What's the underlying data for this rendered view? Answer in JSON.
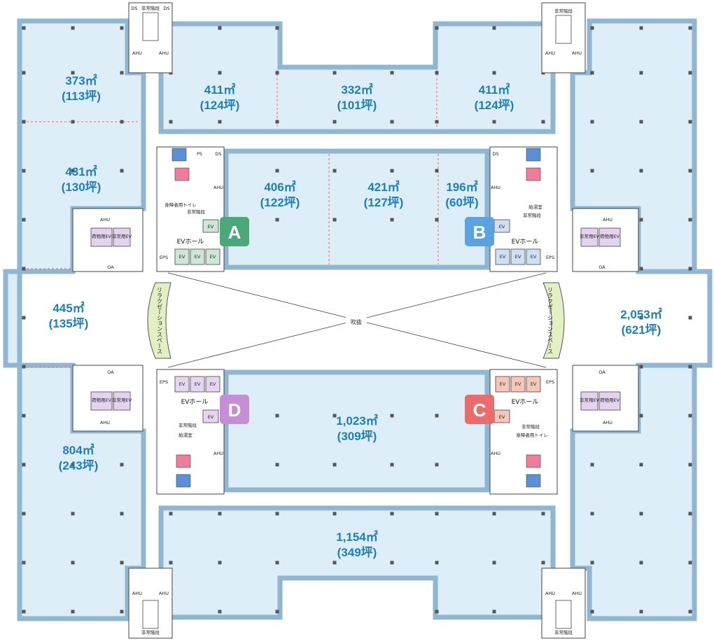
{
  "colors": {
    "zone_fill": "#ddeef8",
    "zone_border": "#8fb6d2",
    "area_text": "#1d7fb8",
    "core_a": "#4aa87a",
    "core_b": "#5aa2e0",
    "core_c": "#ec6b6b",
    "core_d": "#c58ed6",
    "ev_a": "#cfe6d6",
    "ev_b": "#cfe0f5",
    "ev_c": "#f4c7b9",
    "ev_d": "#e7d5f0",
    "relaxation": "#e3f0c4",
    "toilet_m": "#4f8ed8",
    "toilet_f": "#ee7c9a"
  },
  "zones": [
    {
      "id": "nw1",
      "area": "373㎡",
      "tsubo": "(113坪)"
    },
    {
      "id": "nw2",
      "area": "431㎡",
      "tsubo": "(130坪)"
    },
    {
      "id": "w",
      "area": "445㎡",
      "tsubo": "(135坪)"
    },
    {
      "id": "sw",
      "area": "804㎡",
      "tsubo": "(243坪)"
    },
    {
      "id": "n1",
      "area": "411㎡",
      "tsubo": "(124坪)"
    },
    {
      "id": "n2",
      "area": "332㎡",
      "tsubo": "(101坪)"
    },
    {
      "id": "n3",
      "area": "411㎡",
      "tsubo": "(124坪)"
    },
    {
      "id": "c1",
      "area": "406㎡",
      "tsubo": "(122坪)"
    },
    {
      "id": "c2",
      "area": "421㎡",
      "tsubo": "(127坪)"
    },
    {
      "id": "c3",
      "area": "196㎡",
      "tsubo": "(60坪)"
    },
    {
      "id": "c4",
      "area": "1,023㎡",
      "tsubo": "(309坪)"
    },
    {
      "id": "s",
      "area": "1,154㎡",
      "tsubo": "(349坪)"
    },
    {
      "id": "e",
      "area": "2,053㎡",
      "tsubo": "(621坪)"
    }
  ],
  "cores": [
    {
      "badge": "A",
      "ev_hall": "EVホール"
    },
    {
      "badge": "B",
      "ev_hall": "EVホール"
    },
    {
      "badge": "C",
      "ev_hall": "EVホール"
    },
    {
      "badge": "D",
      "ev_hall": "EVホール"
    }
  ],
  "labels": {
    "atrium": "吹抜",
    "relaxation": "リラクゼーションスペース",
    "emergency_stairs": "非常階段",
    "ahu": "AHU",
    "ds": "DS",
    "eps": "EPS",
    "ps": "PS",
    "oa": "OA",
    "ev": "EV",
    "freight_ev": "荷物用EV",
    "emergency_ev": "非常用EV",
    "kitchenette": "給湯室",
    "accessible_toilet": "身障者用トイレ"
  }
}
